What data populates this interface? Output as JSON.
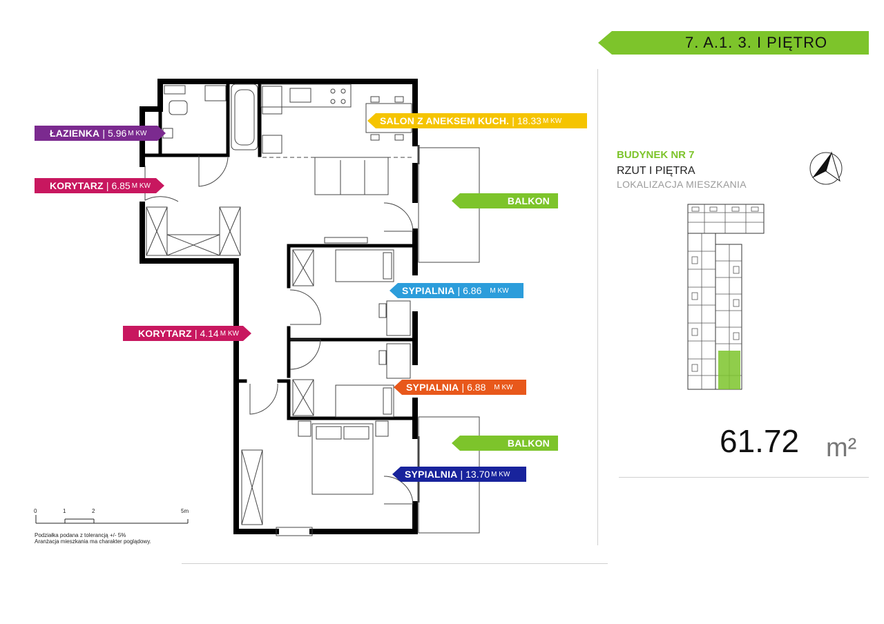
{
  "header": {
    "apartment_id": "7. A.1. 3. I PIĘTRO"
  },
  "building": {
    "title": "BUDYNEK NR 7",
    "subtitle": "RZUT I PIĘTRA",
    "location_label": "LOKALIZACJA MIESZKANIA"
  },
  "area": {
    "value": "61.72",
    "unit": "m²"
  },
  "rooms": [
    {
      "name": "ŁAZIENKA",
      "value": "5.96",
      "unit": "M KW",
      "color": "#7b2a8f"
    },
    {
      "name": "KORYTARZ",
      "value": "6.85",
      "unit": "M KW",
      "color": "#c8175f"
    },
    {
      "name": "KORYTARZ",
      "value": "4.14",
      "unit": "M KW",
      "color": "#c8175f"
    },
    {
      "name": "SALON Z ANEKSEM KUCH.",
      "value": "18.33",
      "unit": "M KW",
      "color": "#f5c400"
    },
    {
      "name": "SYPIALNIA",
      "value": "6.86",
      "unit": "M KW",
      "color": "#2c9ddb"
    },
    {
      "name": "SYPIALNIA",
      "value": "6.88",
      "unit": "M KW",
      "color": "#e8581b"
    },
    {
      "name": "SYPIALNIA",
      "value": "13.70",
      "unit": "M KW",
      "color": "#18239c"
    }
  ],
  "balconies": [
    {
      "name": "BALKON",
      "color": "#7dc42b"
    },
    {
      "name": "BALKON",
      "color": "#7dc42b"
    }
  ],
  "scale": {
    "ticks": [
      "0",
      "1",
      "2",
      "5m"
    ]
  },
  "notes": {
    "line1": "Podziałka podana z tolerancją +/- 5%",
    "line2": "Aranżacja mieszkania ma charakter poglądowy."
  },
  "colors": {
    "accent": "#7dc42b",
    "wall": "#000000"
  }
}
